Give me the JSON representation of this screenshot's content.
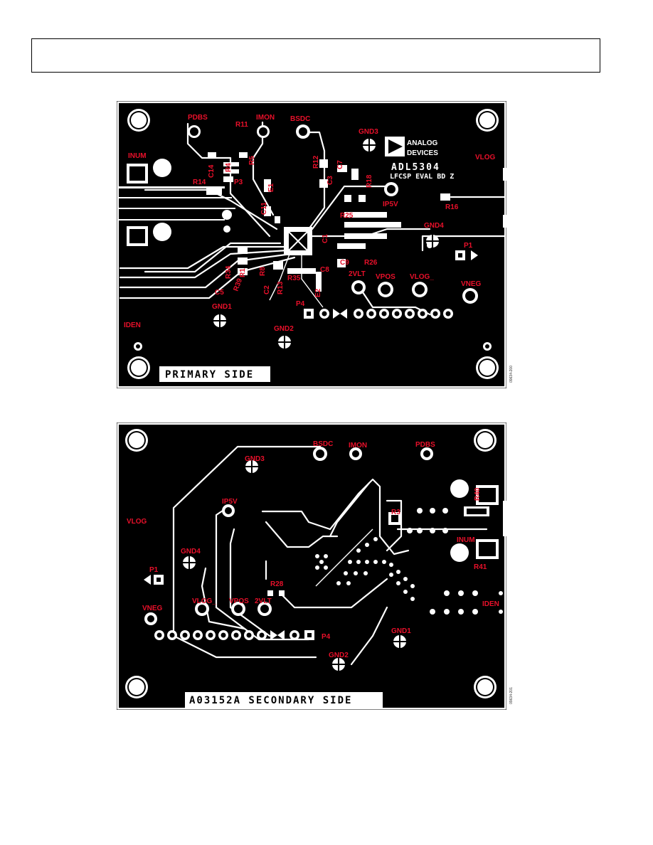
{
  "header": {
    "text": ""
  },
  "primary": {
    "side_label": "PRIMARY SIDE",
    "figure_code": "09634-200",
    "logo": {
      "line1": "ANALOG",
      "line2": "DEVICES"
    },
    "board_title": "ADL5304",
    "board_subtitle": "LFCSP EVAL BD Z",
    "labels": {
      "pdbs": "PDBS",
      "imon": "IMON",
      "bsdc": "BSDC",
      "gnd3": "GND3",
      "vlog": "VLOG",
      "inum": "INUM",
      "r11": "R11",
      "c14": "C14",
      "r5": "R5",
      "r4": "R4",
      "r14": "R14",
      "p3": "P3",
      "e1": "E1",
      "r12": "R12",
      "c3": "C3",
      "c7": "C7",
      "r18": "R18",
      "r16": "R16",
      "ip5v": "IP5V",
      "r25": "R25",
      "gnd4": "GND4",
      "p1": "P1",
      "r26": "R26",
      "c9": "C9",
      "r2vlt": "2VLT",
      "vpos": "VPOS",
      "vlog_": "VLOG_",
      "vneg": "VNEG",
      "c5": "C5",
      "gnd1": "GND1",
      "iden": "IDEN",
      "gnd2": "GND2",
      "p4": "P4",
      "r39": "R39",
      "r13": "R13",
      "c2": "C2",
      "c8": "C8",
      "e2": "E2",
      "r34": "R34",
      "r8": "R8",
      "c11": "C11",
      "r1": "R1",
      "c1": "C1",
      "r35": "R35"
    }
  },
  "secondary": {
    "side_label": "A03152A SECONDARY SIDE",
    "figure_code": "09634-201",
    "labels": {
      "bsdc": "BSDC",
      "imon": "IMON",
      "pdbs": "PDBS",
      "gnd3": "GND3",
      "vlog": "VLOG",
      "ip5v": "IP5V",
      "r40": "R40",
      "r3": "R3",
      "inum": "INUM",
      "r41": "R41",
      "gnd4": "GND4",
      "p1": "P1",
      "r28": "R28",
      "vneg": "VNEG",
      "vlog_": "VLOG_",
      "vpos": "VPOS",
      "r2vlt": "2VLT",
      "iden": "IDEN",
      "gnd1": "GND1",
      "p4": "P4",
      "gnd2": "GND2"
    }
  },
  "colors": {
    "board": "#000000",
    "copper": "#ffffff",
    "silkscreen": "#e8102a"
  }
}
